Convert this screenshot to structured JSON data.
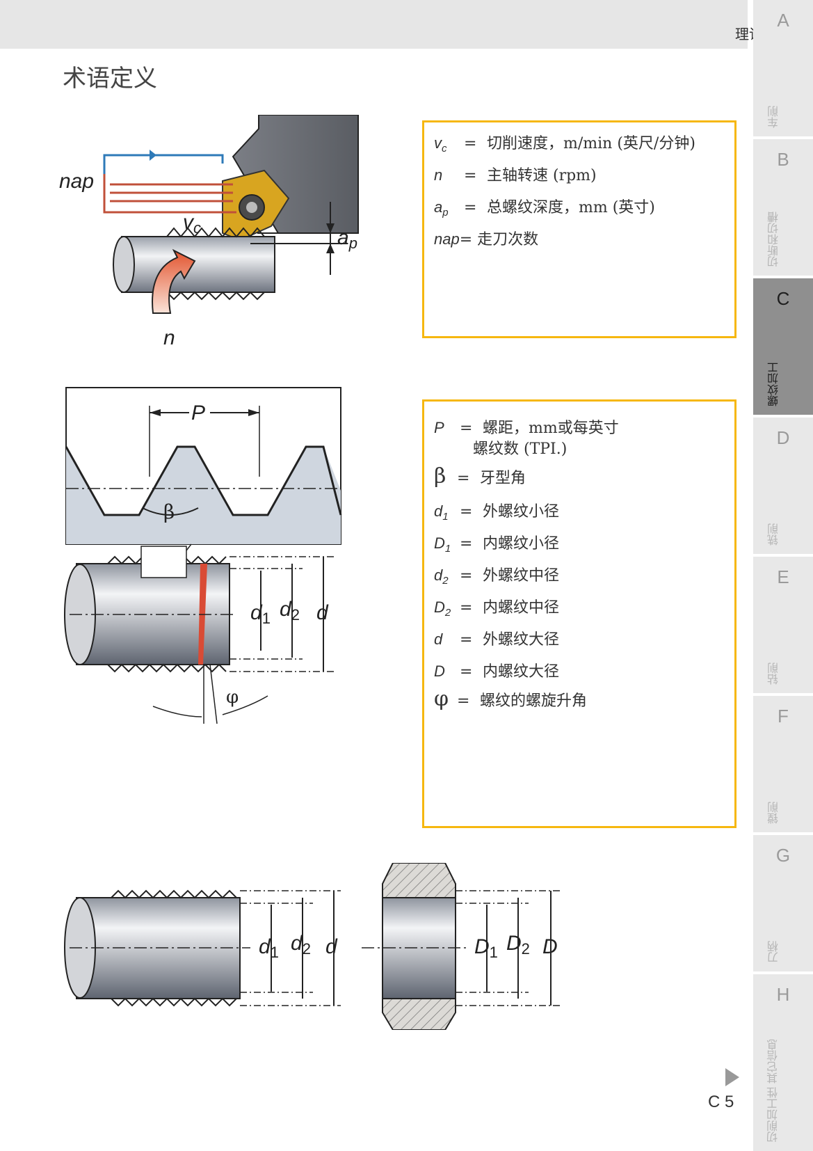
{
  "header": {
    "section": "理论",
    "title": "术语定义"
  },
  "tabs": [
    {
      "letter": "A",
      "label": "车削",
      "active": false
    },
    {
      "letter": "B",
      "label": "切断和切槽",
      "active": false
    },
    {
      "letter": "C",
      "label": "螺纹加工",
      "active": true
    },
    {
      "letter": "D",
      "label": "铣削",
      "active": false
    },
    {
      "letter": "E",
      "label": "钻削",
      "active": false
    },
    {
      "letter": "F",
      "label": "镗削",
      "active": false
    },
    {
      "letter": "G",
      "label": "刀柄",
      "active": false
    },
    {
      "letter": "H",
      "label": "切削加工性 其它信息",
      "active": false
    }
  ],
  "box1": {
    "vc": {
      "sym": "v",
      "sub": "c",
      "eq": "=",
      "text": "切削速度，m/min (英尺/分钟)"
    },
    "n": {
      "sym": "n",
      "eq": "=",
      "text": "主轴转速 (rpm)"
    },
    "ap": {
      "sym": "a",
      "sub": "p",
      "eq": "=",
      "text": "总螺纹深度，mm (英寸)"
    },
    "nap": {
      "sym": "nap",
      "eq": "=",
      "text": "走刀次数"
    }
  },
  "box2": {
    "P": {
      "sym": "P",
      "eq": "=",
      "text": "螺距，mm或每英寸",
      "text2": "螺纹数 (TPI.)"
    },
    "beta": {
      "sym": "β",
      "eq": "=",
      "text": "牙型角"
    },
    "d1": {
      "sym": "d",
      "sub": "1",
      "eq": "=",
      "text": "外螺纹小径"
    },
    "D1": {
      "sym": "D",
      "sub": "1",
      "eq": "=",
      "text": "内螺纹小径"
    },
    "d2": {
      "sym": "d",
      "sub": "2",
      "eq": "=",
      "text": "外螺纹中径"
    },
    "D2": {
      "sym": "D",
      "sub": "2",
      "eq": "=",
      "text": "内螺纹中径"
    },
    "d": {
      "sym": "d",
      "eq": "=",
      "text": "外螺纹大径"
    },
    "D": {
      "sym": "D",
      "eq": "=",
      "text": "内螺纹大径"
    },
    "phi": {
      "sym": "φ",
      "eq": "=",
      "text": "螺纹的螺旋升角"
    }
  },
  "fig1": {
    "nap": "nap",
    "vc_v": "v",
    "vc_c": "c",
    "ap_a": "a",
    "ap_p": "p",
    "n": "n"
  },
  "fig2": {
    "P": "P",
    "beta": "β",
    "d": "d",
    "one": "1",
    "two": "2",
    "phi": "φ"
  },
  "fig3": {
    "d": "d",
    "D": "D",
    "one": "1",
    "two": "2"
  },
  "footer": {
    "page": "C 5"
  },
  "colors": {
    "accent": "#f6b70f",
    "tab_bg": "#e8e8e8",
    "tab_active": "#8f8f8f",
    "topbar": "#e6e6e6"
  }
}
